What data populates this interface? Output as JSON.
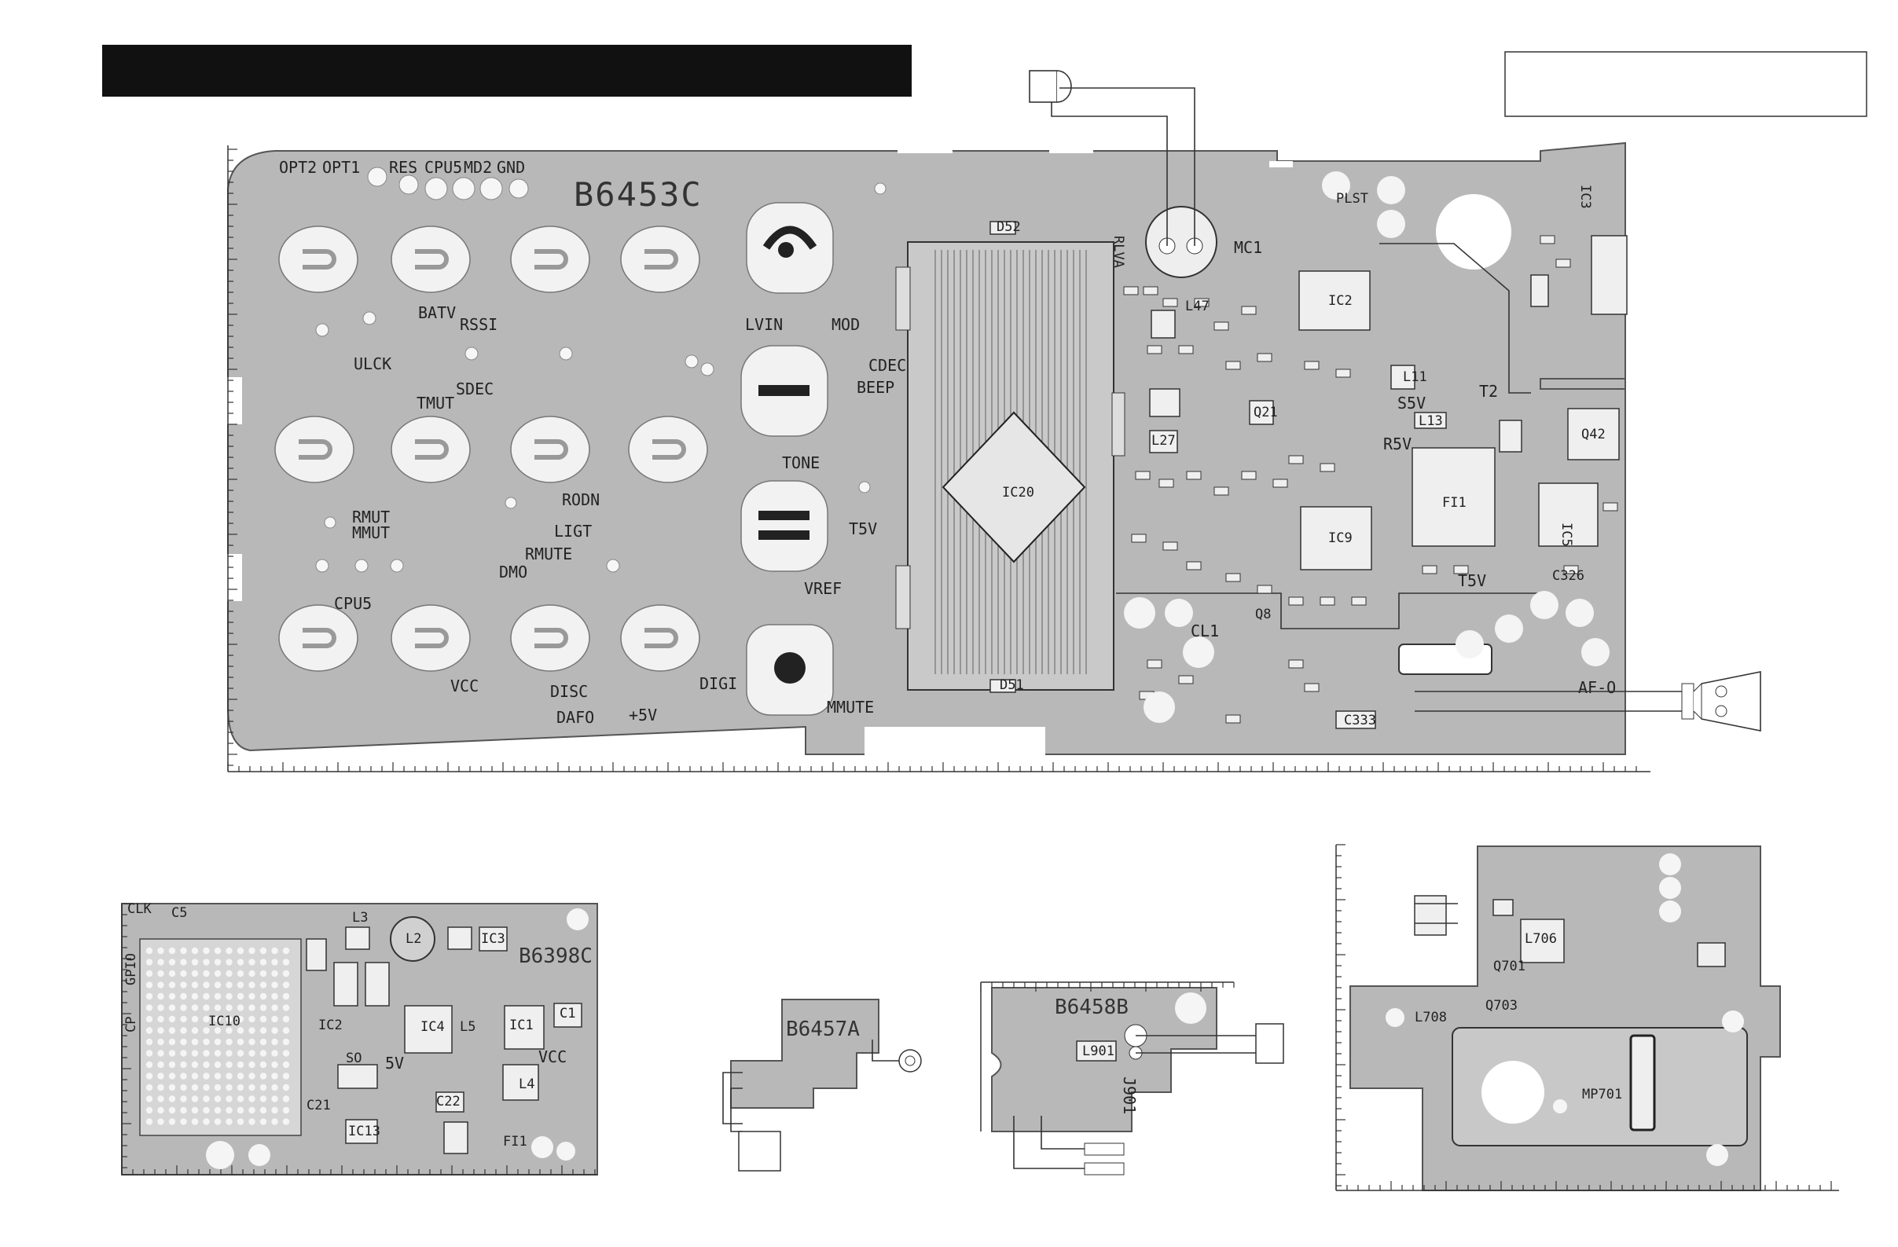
{
  "main_board": {
    "code": "B6453C",
    "pin_labels": [
      "OPT2",
      "OPT1",
      "RES",
      "CPU5",
      "MD2",
      "GND"
    ],
    "net_labels": [
      "BATV",
      "RSSI",
      "ULCK",
      "SDEC",
      "TMUT",
      "RMUT",
      "MMUT",
      "RODN",
      "LIGT",
      "RMUTE",
      "DMO",
      "CPU5",
      "VCC",
      "DISC",
      "DAFO",
      "+5V",
      "DIGI",
      "LVIN",
      "MOD",
      "CDEC",
      "BEEP",
      "TONE",
      "T5V",
      "VREF",
      "MMUTE"
    ],
    "component_labels": [
      "RLVA",
      "MC1",
      "PLST",
      "IC2",
      "IC20",
      "IC9",
      "IC5",
      "IC3",
      "L11",
      "L13",
      "L27",
      "L47",
      "Q21",
      "Q42",
      "Q8",
      "FI1",
      "C326",
      "C333",
      "D51",
      "D52",
      "S5V",
      "R5V",
      "T2",
      "T5V",
      "CL1",
      "AF-O"
    ]
  },
  "board_b6398c": {
    "code": "B6398C",
    "labels": [
      "CLK",
      "C5",
      "CP",
      "GPIO",
      "IC10",
      "IC2",
      "IC4",
      "IC1",
      "IC3",
      "IC13",
      "L2",
      "L3",
      "L4",
      "L5",
      "C1",
      "C21",
      "C22",
      "SO",
      "5V",
      "VCC",
      "FI1"
    ]
  },
  "board_b6457a": {
    "code": "B6457A"
  },
  "board_b6458b": {
    "code": "B6458B",
    "labels": [
      "L901",
      "J901"
    ]
  },
  "board_right": {
    "labels": [
      "L706",
      "MP701",
      "Q703",
      "Q701",
      "L708"
    ]
  },
  "header_bar": {
    "text": ""
  },
  "title_box": {
    "text": ""
  }
}
